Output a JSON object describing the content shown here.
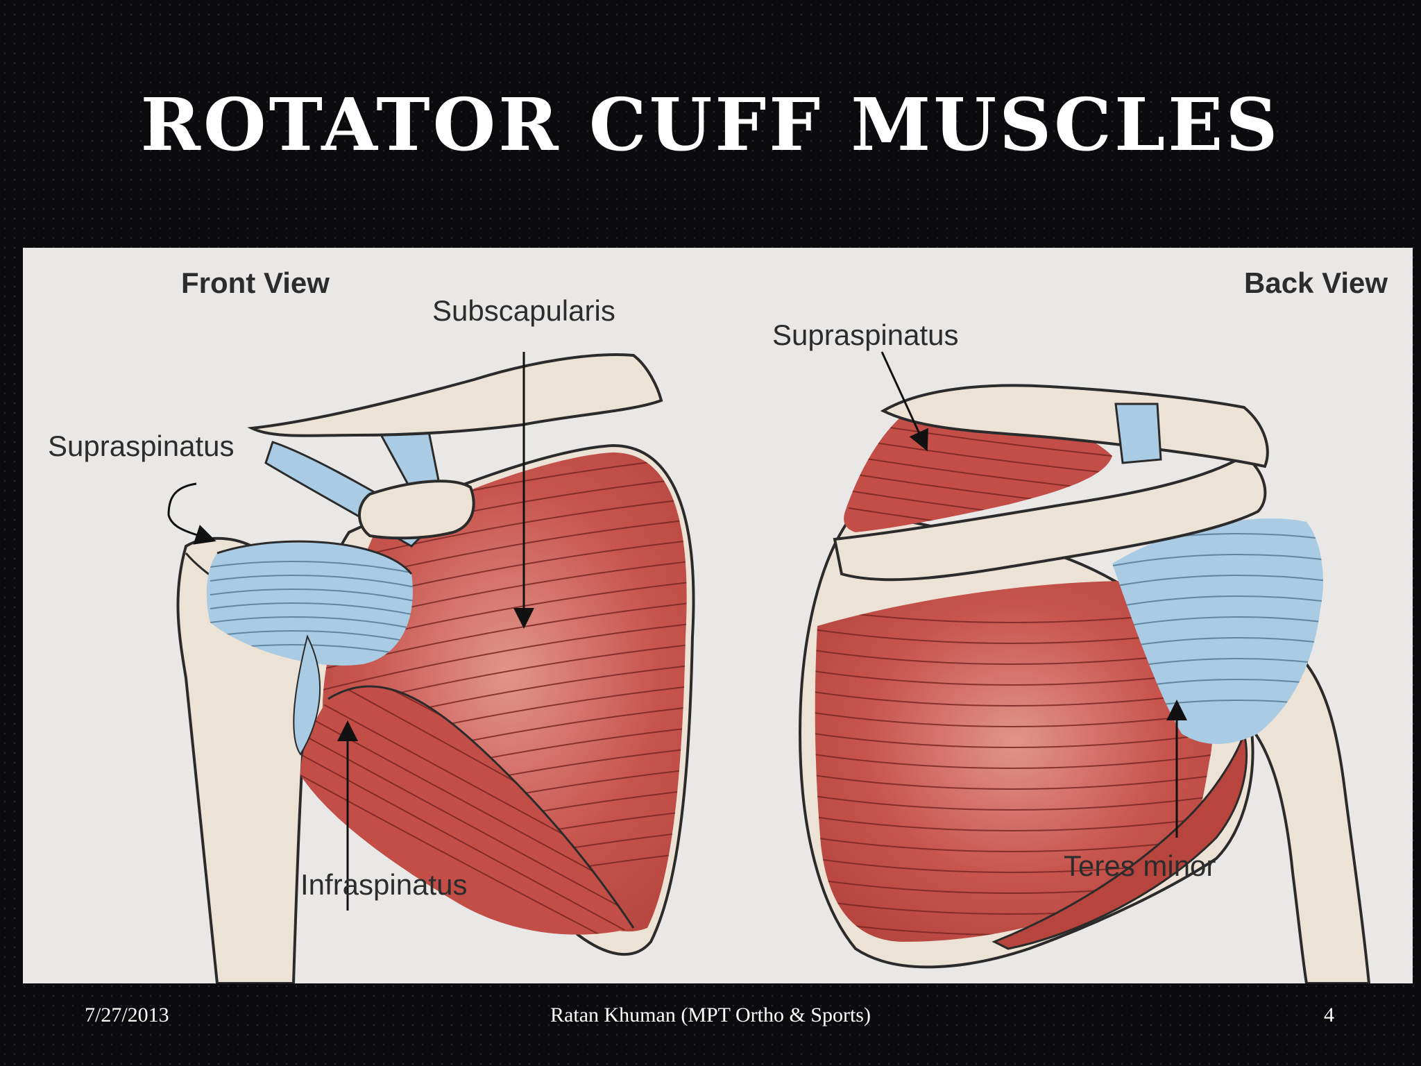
{
  "slide": {
    "title": "ROTATOR CUFF MUSCLES",
    "footer": {
      "date": "7/27/2013",
      "author": "Ratan Khuman (MPT Ortho & Sports)",
      "page": "4"
    }
  },
  "diagram": {
    "front_view": {
      "title": "Front View",
      "labels": {
        "subscapularis": "Subscapularis",
        "supraspinatus": "Supraspinatus",
        "infraspinatus": "Infraspinatus"
      }
    },
    "back_view": {
      "title": "Back View",
      "labels": {
        "supraspinatus": "Supraspinatus",
        "teres_minor": "Teres minor"
      }
    }
  },
  "colors": {
    "muscle_red": "#c7554e",
    "tendon_blue": "#a9cbe3",
    "bone": "#ece3d6",
    "background": "#0b0b0d",
    "figure_bg": "#e9e8e7"
  }
}
